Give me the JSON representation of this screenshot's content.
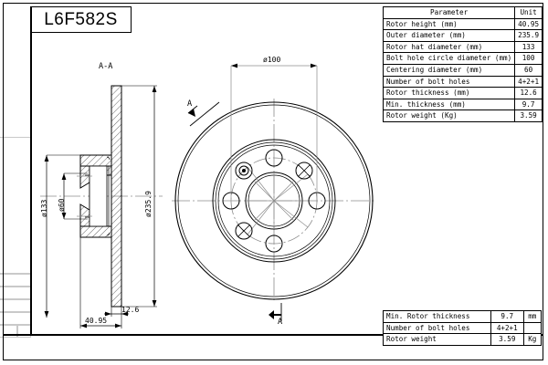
{
  "drawing": {
    "part_number": "L6F582S",
    "section_label": "A-A",
    "section_arrow_left": "A",
    "section_arrow_bottom": "A"
  },
  "dimensions": {
    "bolt_circle": "ø100",
    "outer_diameter_front": "ø235.9",
    "hat_diameter": "ø133",
    "centering_diameter": "ø60",
    "rotor_height": "40.95",
    "rotor_thickness": "12.6"
  },
  "spec_table": {
    "header": [
      "Parameter",
      "Unit"
    ],
    "rows": [
      {
        "label": "Rotor height (mm)",
        "unit": "40.95"
      },
      {
        "label": "Outer diameter (mm)",
        "unit": "235.9"
      },
      {
        "label": "Rotor hat diameter (mm)",
        "unit": "133"
      },
      {
        "label": "Bolt hole circle diameter (mm)",
        "unit": "100"
      },
      {
        "label": "Centering diameter (mm)",
        "unit": "60"
      },
      {
        "label": "Number of bolt holes",
        "unit": "4+2+1"
      },
      {
        "label": "Rotor thickness (mm)",
        "unit": "12.6"
      },
      {
        "label": "Min. thickness (mm)",
        "unit": "9.7"
      },
      {
        "label": "Rotor weight (Kg)",
        "unit": "3.59"
      }
    ]
  },
  "summary_table": {
    "rows": [
      {
        "label": "Min. Rotor thickness",
        "value": "9.7",
        "unit": "mm"
      },
      {
        "label": "Number of bolt holes",
        "value": "4+2+1",
        "unit": ""
      },
      {
        "label": "Rotor weight",
        "value": "3.59",
        "unit": "Kg"
      }
    ]
  },
  "colors": {
    "line": "#000000",
    "center_line": "#8c8c8c",
    "ghost": "#c9c9c9",
    "background": "#ffffff"
  }
}
